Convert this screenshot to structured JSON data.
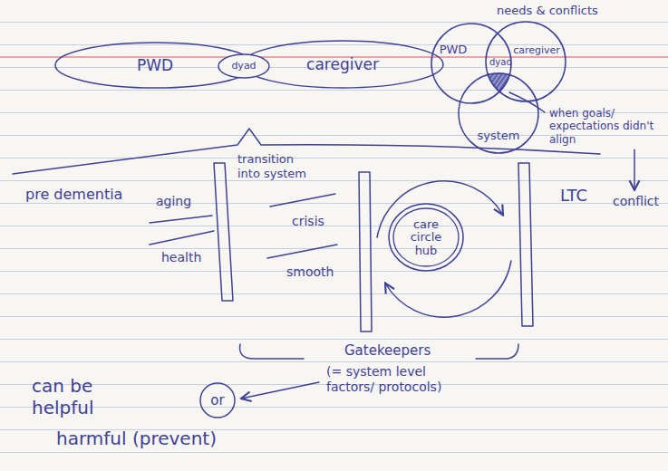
{
  "diagram": {
    "nodes": [
      {
        "text": [
          "PWD"
        ]
      },
      {
        "text": [
          "dyad"
        ]
      },
      {
        "text": [
          "caregiver"
        ]
      },
      {
        "text": [
          "PWD"
        ]
      },
      {
        "text": [
          "caregiver"
        ]
      },
      {
        "text": [
          "system"
        ]
      },
      {
        "text": [
          "care circle hub"
        ]
      },
      {
        "text": [
          "or"
        ]
      }
    ],
    "labels": [
      "needs & conflicts",
      "dyad",
      "when goals/ expectations didn't align",
      "conflict",
      "pre dementia",
      "transition into system",
      "aging",
      "health",
      "crisis",
      "smooth",
      "LTC",
      "Gatekeepers",
      "(= system level factors/ protocols)",
      "can be helpful",
      "harmful (prevent)"
    ]
  }
}
